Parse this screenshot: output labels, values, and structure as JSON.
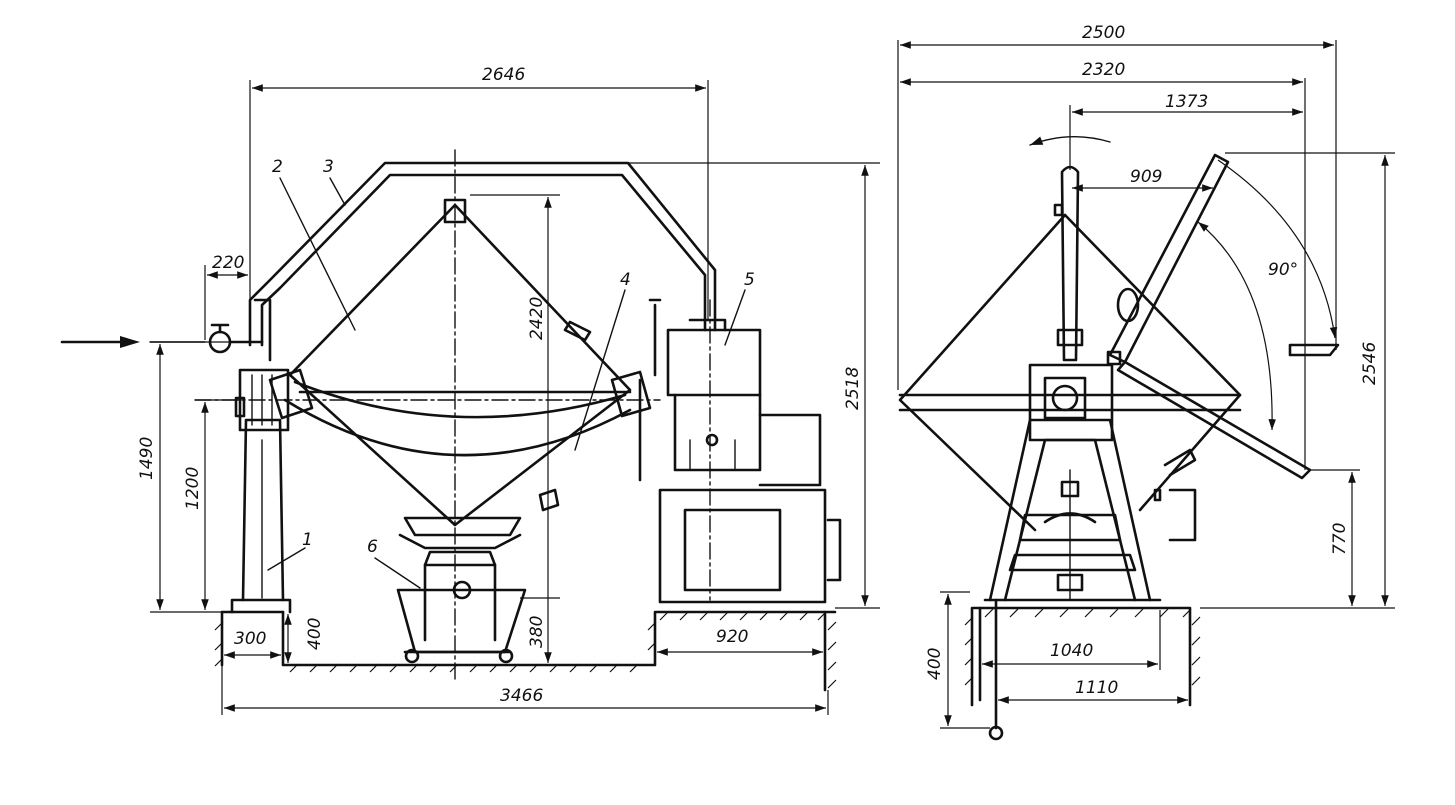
{
  "dimensions": {
    "d2646": "2646",
    "d220": "220",
    "d1490": "1490",
    "d1200": "1200",
    "d2420": "2420",
    "d2518": "2518",
    "d300": "300",
    "d400_left": "400",
    "d380": "380",
    "d920": "920",
    "d3466": "3466",
    "d2500": "2500",
    "d2320": "2320",
    "d1373": "1373",
    "d909": "909",
    "angle": "90°",
    "d2546": "2546",
    "d770": "770",
    "d400_right": "400",
    "d1040": "1040",
    "d1110": "1110"
  },
  "labels": {
    "p1": "1",
    "p2": "2",
    "p3": "3",
    "p4": "4",
    "p5": "5",
    "p6": "6"
  }
}
